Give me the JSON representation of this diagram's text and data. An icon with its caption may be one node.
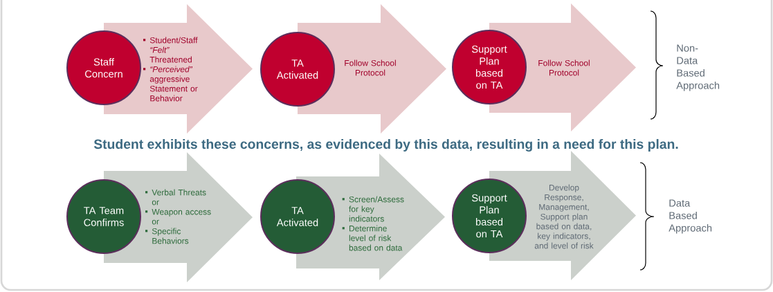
{
  "diagram": {
    "nodes": [
      {
        "text": [
          "Staff Concern"
        ]
      },
      {
        "text": [
          "Student/Staff *“Felt”* Threatened",
          "*“Perceived”* aggressive Statement or Behavior"
        ]
      },
      {
        "text": [
          "TA Activated"
        ]
      },
      {
        "text": [
          "Follow School Protocol"
        ]
      },
      {
        "text": [
          "Support Plan based on TA"
        ]
      },
      {
        "text": [
          "Follow School Protocol"
        ]
      },
      {
        "text": [
          "TA Team Confirms"
        ]
      },
      {
        "text": [
          "Verbal Threats or",
          "Weapon access or",
          "Specific Behaviors"
        ]
      },
      {
        "text": [
          "TA Activated"
        ]
      },
      {
        "text": [
          "Screen/Assess for key indicators",
          "Determine level of risk based on data"
        ]
      },
      {
        "text": [
          "Support Plan based on TA"
        ]
      },
      {
        "text": [
          "Develop Response, Management, Support plan based on data, key indicators, and level of risk"
        ]
      }
    ],
    "labels": [
      "Non- Data Based Approach",
      "Student exhibits these concerns, as evidenced by this data, resulting in a need for this plan.",
      "Data Based Approach"
    ]
  }
}
